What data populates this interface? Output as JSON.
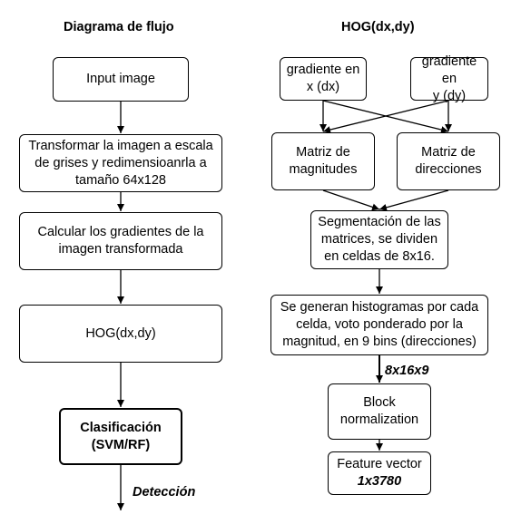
{
  "left_title": "Diagrama de flujo",
  "right_title": "HOG(dx,dy)",
  "left_nodes": {
    "input": "Input image",
    "transform": "Transformar la imagen a escala\nde grises y redimensioanrla a\ntamaño 64x128",
    "gradients": "Calcular los gradientes de la\nimagen transformada",
    "hog": "HOG(dx,dy)",
    "classification": "Clasificación\n(SVM/RF)"
  },
  "left_output_label": "Detección",
  "right_nodes": {
    "grad_x": "gradiente en\nx (dx)",
    "grad_y": "gradiente en\ny (dy)",
    "magnitudes": "Matriz de\nmagnitudes",
    "directions": "Matriz de\ndirecciones",
    "segmentation": "Segmentación de las\nmatrices, se dividen\nen celdas de 8x16.",
    "histograms": "Se generan histogramas por cada\ncelda, voto ponderado por la\nmagnitud, en 9 bins (direcciones)",
    "block_norm": "Block\nnormalization",
    "feature_vector": "Feature vector",
    "feature_vector_size": "1x3780"
  },
  "right_edge_label": "8x16x9"
}
